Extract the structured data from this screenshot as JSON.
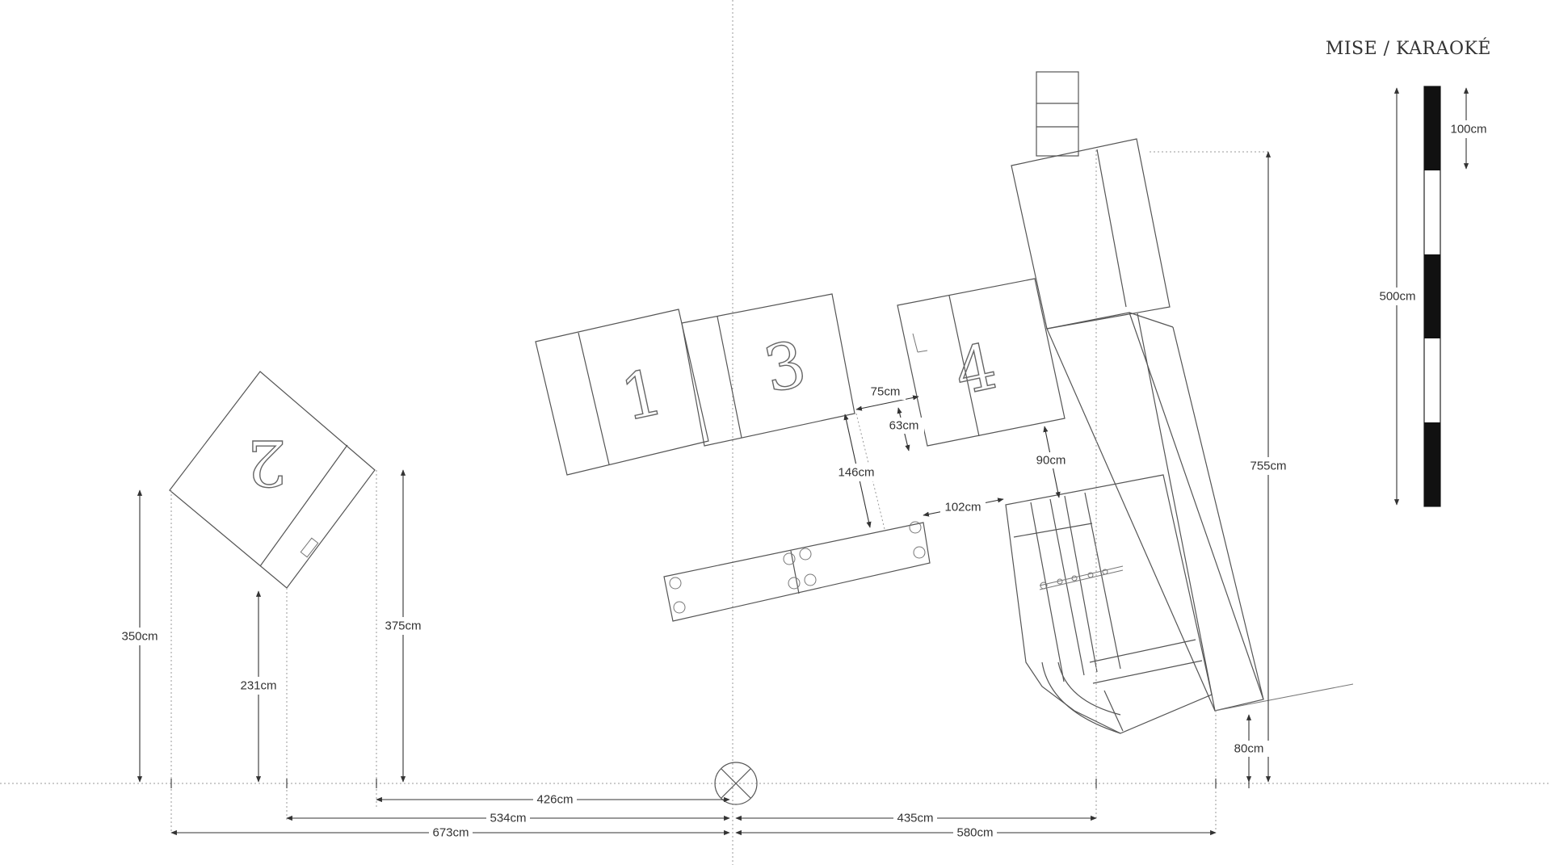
{
  "title": "MISE / KARAOKÉ",
  "blocks": {
    "block_1": "1",
    "block_2": "2",
    "block_3": "3",
    "block_4": "4"
  },
  "scale_bar": {
    "total_label": "500cm",
    "segment_label": "100cm",
    "segments": 5
  },
  "dimensions": {
    "left_height_350": "350cm",
    "left_height_231": "231cm",
    "left_height_375": "375cm",
    "bottom_426": "426cm",
    "bottom_534": "534cm",
    "bottom_673": "673cm",
    "bottom_435": "435cm",
    "bottom_580": "580cm",
    "gap_75": "75cm",
    "gap_63": "63cm",
    "gap_146": "146cm",
    "gap_102": "102cm",
    "gap_90": "90cm",
    "height_755": "755cm",
    "height_80": "80cm"
  }
}
